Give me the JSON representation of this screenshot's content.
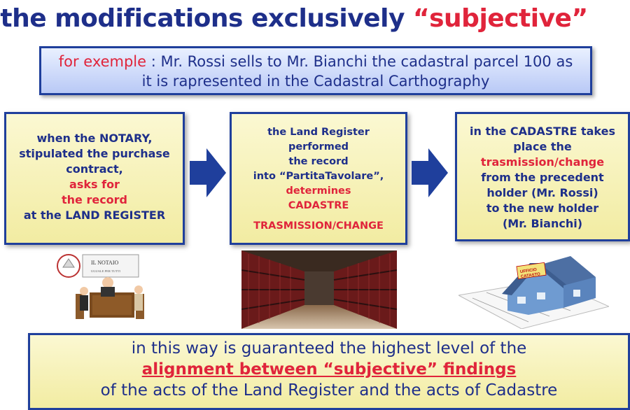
{
  "title": {
    "prefix": "the modifications  exclusively ",
    "highlight": "“subjective”"
  },
  "example": {
    "lead": "for exemple",
    "line1_rest": " : Mr. Rossi sells to Mr. Bianchi the cadastral parcel 100 as",
    "line2": "it is rapresented in the Cadastral Carthography"
  },
  "steps": [
    {
      "lines": [
        {
          "text": "when the NOTARY,",
          "red": false
        },
        {
          "text": "stipulated the purchase",
          "red": false
        },
        {
          "text": "contract,",
          "red": false
        },
        {
          "text": "asks for",
          "red": true
        },
        {
          "text": "the record",
          "red": true
        },
        {
          "text": "at the LAND REGISTER",
          "red": false
        }
      ]
    },
    {
      "lines": [
        {
          "text": "the  Land Register",
          "red": false
        },
        {
          "text": "performed",
          "red": false
        },
        {
          "text": "the record",
          "red": false
        },
        {
          "text": "into “PartitaTavolare”,",
          "red": false
        },
        {
          "text": "determines",
          "red": true
        },
        {
          "text": "CADASTRE",
          "red": true
        },
        {
          "text": "TRASMISSION/CHANGE",
          "red": true
        }
      ]
    },
    {
      "lines": [
        {
          "text": "in the CADASTRE takes",
          "red": false
        },
        {
          "text": "place the",
          "red": false
        },
        {
          "text": "trasmission/change",
          "red": true
        },
        {
          "text": "from the precedent",
          "red": false
        },
        {
          "text": "holder (Mr. Rossi)",
          "red": false
        },
        {
          "text": "to the new holder",
          "red": false
        },
        {
          "text": "(Mr. Bianchi)",
          "red": false
        }
      ]
    }
  ],
  "images": {
    "notary_sign_line1": "IL NOTAIO",
    "notary_sign_line2": "UGUALE PER TUTTI",
    "cadastre_sign_line1": "UFFICIO",
    "cadastre_sign_line2": "CATASTO"
  },
  "conclusion": {
    "line1": "in this way is guaranteed the highest level of the",
    "line2": "alignment between “subjective” findings",
    "line3": "of the acts of the Land Register and the acts of Cadastre"
  },
  "colors": {
    "navy": "#1e2f8a",
    "red": "#e0243b",
    "box_yellow": "#f7f2bd",
    "box_blue": "#c9d6f8"
  }
}
